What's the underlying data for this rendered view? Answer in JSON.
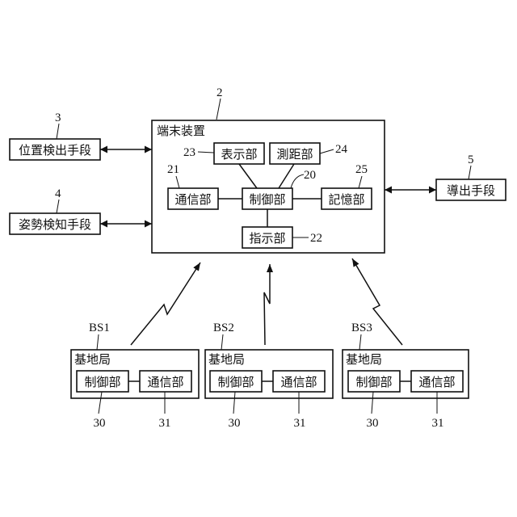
{
  "terminal": {
    "ref": "2",
    "title": "端末装置",
    "display": {
      "label": "表示部",
      "ref": "23"
    },
    "ranging": {
      "label": "測距部",
      "ref": "24"
    },
    "comm": {
      "label": "通信部",
      "ref": "21"
    },
    "control": {
      "label": "制御部",
      "ref": "20"
    },
    "storage": {
      "label": "記憶部",
      "ref": "25"
    },
    "instruct": {
      "label": "指示部",
      "ref": "22"
    }
  },
  "position_detector": {
    "label": "位置検出手段",
    "ref": "3"
  },
  "attitude_detector": {
    "label": "姿勢検知手段",
    "ref": "4"
  },
  "derivation": {
    "label": "導出手段",
    "ref": "5"
  },
  "base_stations": [
    {
      "id": "BS1",
      "title": "基地局",
      "control": "制御部",
      "comm": "通信部",
      "control_ref": "30",
      "comm_ref": "31"
    },
    {
      "id": "BS2",
      "title": "基地局",
      "control": "制御部",
      "comm": "通信部",
      "control_ref": "30",
      "comm_ref": "31"
    },
    {
      "id": "BS3",
      "title": "基地局",
      "control": "制御部",
      "comm": "通信部",
      "control_ref": "30",
      "comm_ref": "31"
    }
  ]
}
